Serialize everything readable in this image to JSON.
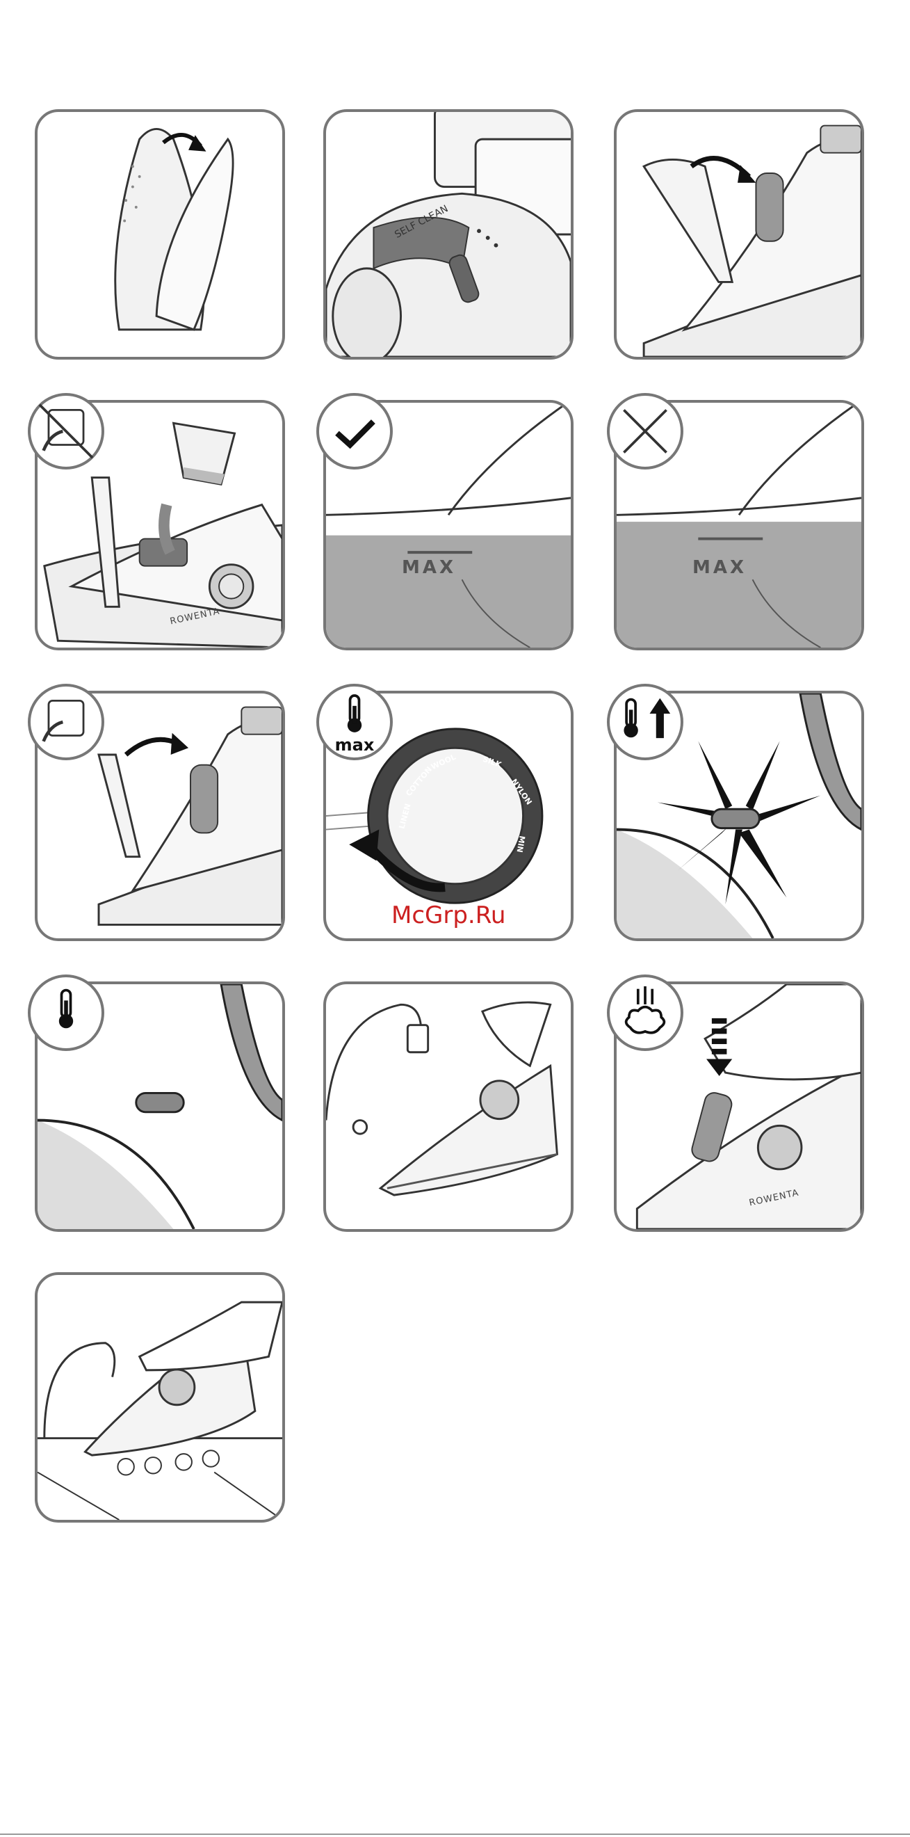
{
  "panels": {
    "p5": {
      "max_label": "MAX"
    },
    "p6": {
      "max_label": "MAX"
    },
    "p8": {
      "badge_label": "max",
      "dial_labels": [
        "LINEN",
        "COTTON",
        "WOOL",
        "SILK",
        "NYLON",
        "MIN"
      ]
    }
  },
  "iron": {
    "brand": "ROWENTA",
    "tank_label": "MAX"
  },
  "self_clean": {
    "label_1": "SELF",
    "label_2": "CLEAN"
  },
  "watermark": "McGrp.Ru",
  "colors": {
    "outline": "#777777",
    "water": "#a9a9a9",
    "watermark": "#cc2020"
  }
}
